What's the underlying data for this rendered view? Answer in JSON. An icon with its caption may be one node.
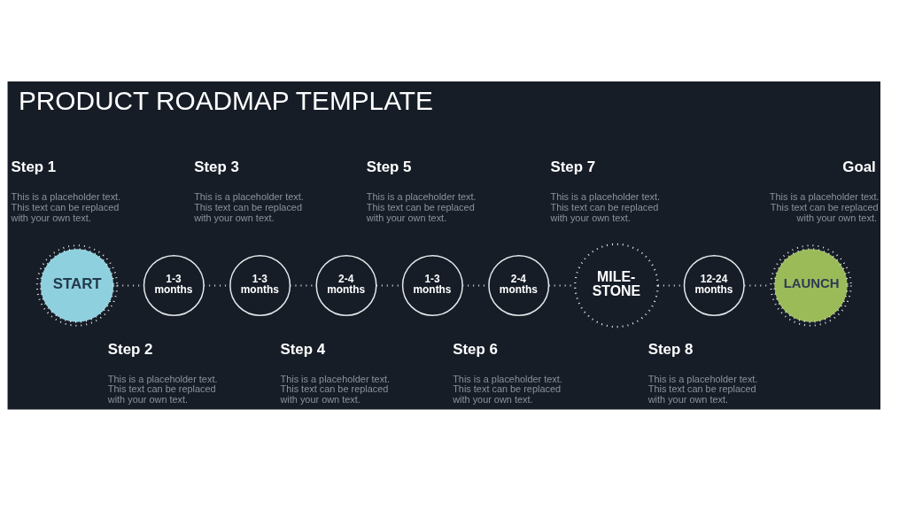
{
  "diagram": {
    "title": "PRODUCT ROADMAP TEMPLATE",
    "nodes": [
      {
        "text": [
          "START"
        ]
      },
      {
        "text": [
          "1-3 months"
        ]
      },
      {
        "text": [
          "1-3 months"
        ]
      },
      {
        "text": [
          "2-4 months"
        ]
      },
      {
        "text": [
          "1-3 months"
        ]
      },
      {
        "text": [
          "2-4 months"
        ]
      },
      {
        "text": [
          "MILE-STONE"
        ]
      },
      {
        "text": [
          "12-24 months"
        ]
      },
      {
        "text": [
          "LAUNCH"
        ]
      }
    ],
    "edges": [
      {
        "from": 0,
        "to": 1,
        "arrow": "none"
      },
      {
        "from": 1,
        "to": 2,
        "arrow": "none"
      },
      {
        "from": 2,
        "to": 3,
        "arrow": "none"
      },
      {
        "from": 3,
        "to": 4,
        "arrow": "none"
      },
      {
        "from": 4,
        "to": 5,
        "arrow": "none"
      },
      {
        "from": 5,
        "to": 6,
        "arrow": "none"
      },
      {
        "from": 6,
        "to": 7,
        "arrow": "none"
      },
      {
        "from": 7,
        "to": 8,
        "arrow": "none"
      }
    ],
    "labels": [
      "Step 1",
      "This is a placeholder text. This text can be replaced with your own text.",
      "Step 3",
      "This is a placeholder text. This text can be replaced with your own text.",
      "Step 5",
      "This is a placeholder text. This text can be replaced with your own text.",
      "Step 7",
      "This is a placeholder text. This text can be replaced with your own text.",
      "Goal",
      "This is a placeholder text. This text can be replaced with your own text.",
      "Step 2",
      "This is a placeholder text. This text can be replaced with your own text.",
      "Step 4",
      "This is a placeholder text. This text can be replaced with your own text.",
      "Step 6",
      "This is a placeholder text. This text can be replaced with your own text.",
      "Step 8",
      "This is a placeholder text. This text can be replaced with your own text."
    ]
  }
}
